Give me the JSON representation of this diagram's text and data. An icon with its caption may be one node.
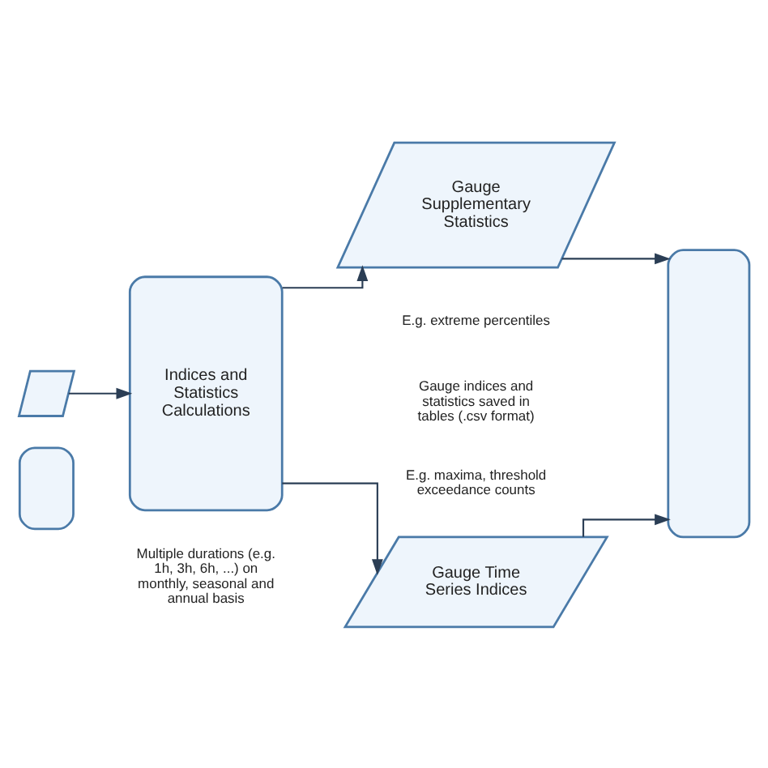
{
  "diagram": {
    "nodes": [
      {
        "text": [],
        "shape": "box"
      },
      {
        "text": [],
        "shape": "parallelogram"
      },
      {
        "text": [
          "Indices and Statistics Calculations"
        ],
        "beside": [
          "Multiple durations (e.g. 1h, 3h, 6h, ...) on monthly, seasonal and annual basis"
        ]
      },
      {
        "text": [
          "Gauge Time Series Indices"
        ],
        "beside": [
          "E.g. maxima, threshold exceedance counts"
        ]
      },
      {
        "text": [
          "Gauge Supplementary Statistics"
        ],
        "beside": [
          "E.g. extreme percentiles"
        ]
      },
      {
        "text": [],
        "shape": "box"
      }
    ],
    "edges": [
      {
        "from": 1,
        "to": 2,
        "arrow": "to"
      },
      {
        "from": 2,
        "to": 3,
        "arrow": "to"
      },
      {
        "from": 2,
        "to": 4,
        "arrow": "to"
      },
      {
        "from": 3,
        "to": 5,
        "arrow": "to"
      },
      {
        "from": 4,
        "to": 5,
        "arrow": "to"
      }
    ],
    "labels": [
      "Gauge indices and statistics saved in tables (.csv format)"
    ]
  }
}
